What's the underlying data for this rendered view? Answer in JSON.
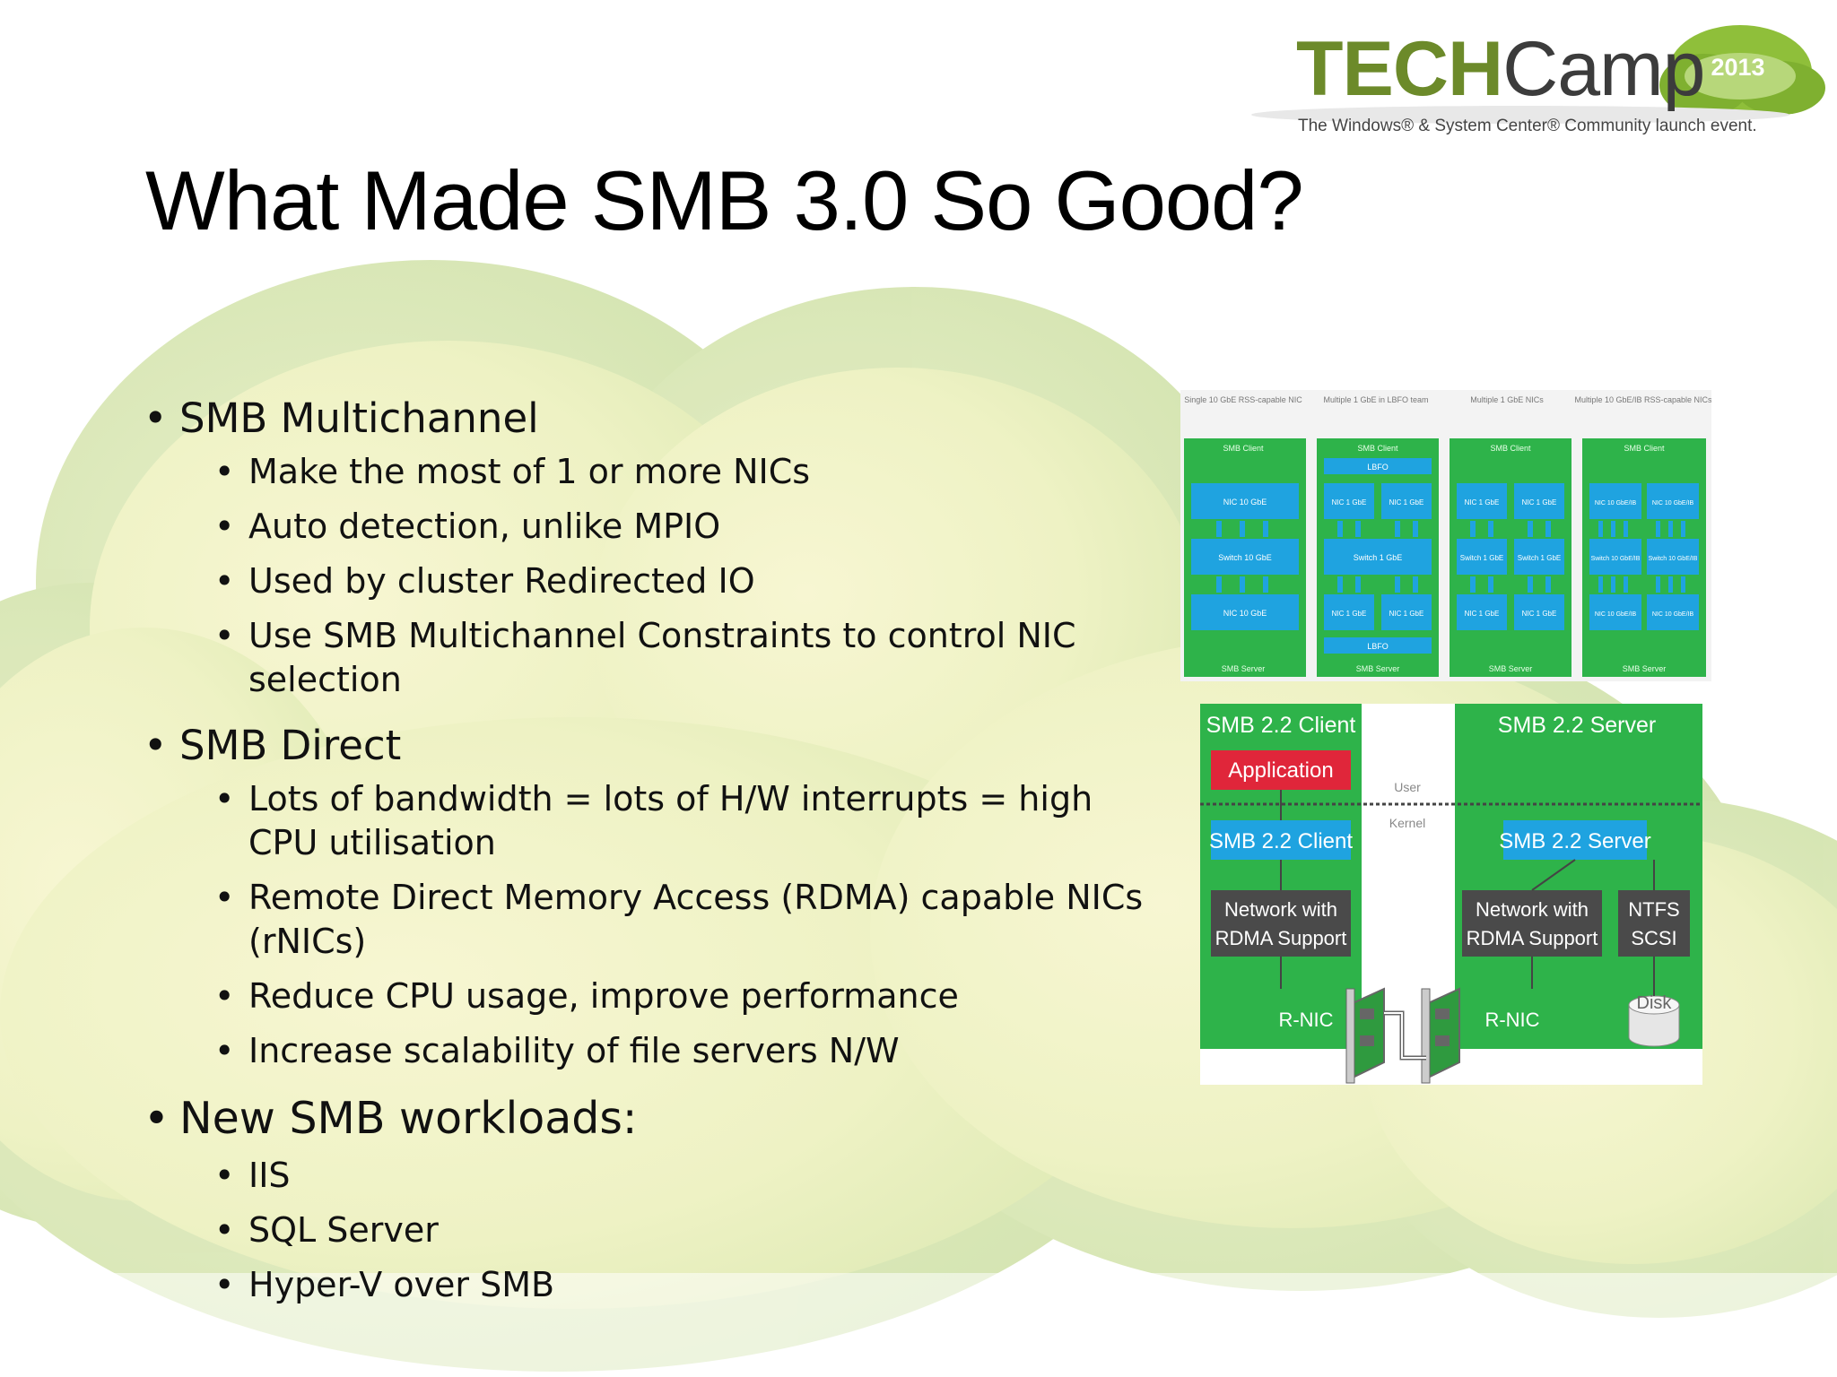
{
  "slide": {
    "title": "What Made SMB 3.0 So Good?",
    "bullets": [
      {
        "text": "SMB Multichannel",
        "sub": [
          "Make the most of 1 or more NICs",
          "Auto detection, unlike MPIO",
          "Used by cluster Redirected IO",
          "Use SMB Multichannel Constraints to control NIC selection"
        ]
      },
      {
        "text": "SMB Direct",
        "sub": [
          "Lots of bandwidth = lots of H/W interrupts = high CPU utilisation",
          "Remote Direct Memory Access (RDMA) capable NICs (rNICs)",
          "Reduce CPU usage, improve performance",
          "Increase scalability of file servers N/W"
        ]
      },
      {
        "text": "New SMB workloads:",
        "sub": [
          "IIS",
          "SQL Server",
          "Hyper-V over SMB"
        ]
      }
    ]
  },
  "logo": {
    "tech": "TECH",
    "camp": "Camp",
    "year": "2013",
    "tagline": "The Windows® & System Center® Community launch event."
  },
  "multichannel_diagram": {
    "columns": [
      {
        "header": "Single 10 GbE RSS-capable NIC",
        "client": "SMB Client",
        "top_nics": [
          "NIC 10 GbE"
        ],
        "switches": [
          "Switch 10 GbE"
        ],
        "bottom_nics": [
          "NIC 10 GbE"
        ],
        "server": "SMB Server"
      },
      {
        "header": "Multiple 1 GbE in LBFO team",
        "client": "SMB Client",
        "team_top": "LBFO",
        "top_nics": [
          "NIC 1 GbE",
          "NIC 1 GbE"
        ],
        "switches": [
          "Switch 1 GbE"
        ],
        "bottom_nics": [
          "NIC 1 GbE",
          "NIC 1 GbE"
        ],
        "team_bottom": "LBFO",
        "server": "SMB Server"
      },
      {
        "header": "Multiple 1 GbE NICs",
        "client": "SMB Client",
        "top_nics": [
          "NIC 1 GbE",
          "NIC 1 GbE"
        ],
        "switches": [
          "Switch 1 GbE",
          "Switch 1 GbE"
        ],
        "bottom_nics": [
          "NIC 1 GbE",
          "NIC 1 GbE"
        ],
        "server": "SMB Server"
      },
      {
        "header": "Multiple 10 GbE/IB RSS-capable NICs",
        "client": "SMB Client",
        "top_nics": [
          "NIC 10 GbE/IB",
          "NIC 10 GbE/IB"
        ],
        "switches": [
          "Switch 10 GbE/IB",
          "Switch 10 GbE/IB"
        ],
        "bottom_nics": [
          "NIC 10 GbE/IB",
          "NIC 10 GbE/IB"
        ],
        "server": "SMB Server"
      }
    ]
  },
  "rdma_diagram": {
    "client_title": "SMB 2.2 Client",
    "server_title": "SMB 2.2 Server",
    "application": "Application",
    "user_label": "User",
    "kernel_label": "Kernel",
    "client_inner": "SMB 2.2 Client",
    "server_inner": "SMB 2.2 Server",
    "client_network": [
      "Network with",
      "RDMA Support"
    ],
    "server_network": [
      "Network with",
      "RDMA Support"
    ],
    "ntfs": [
      "NTFS",
      "SCSI"
    ],
    "disk": "Disk",
    "client_rnic": "R-NIC",
    "server_rnic": "R-NIC"
  },
  "colors": {
    "green": "#2eb34a",
    "blue": "#1fa3e0",
    "red": "#e0263a",
    "gray": "#4a4a4a",
    "logo_green": "#6c8a2a"
  }
}
